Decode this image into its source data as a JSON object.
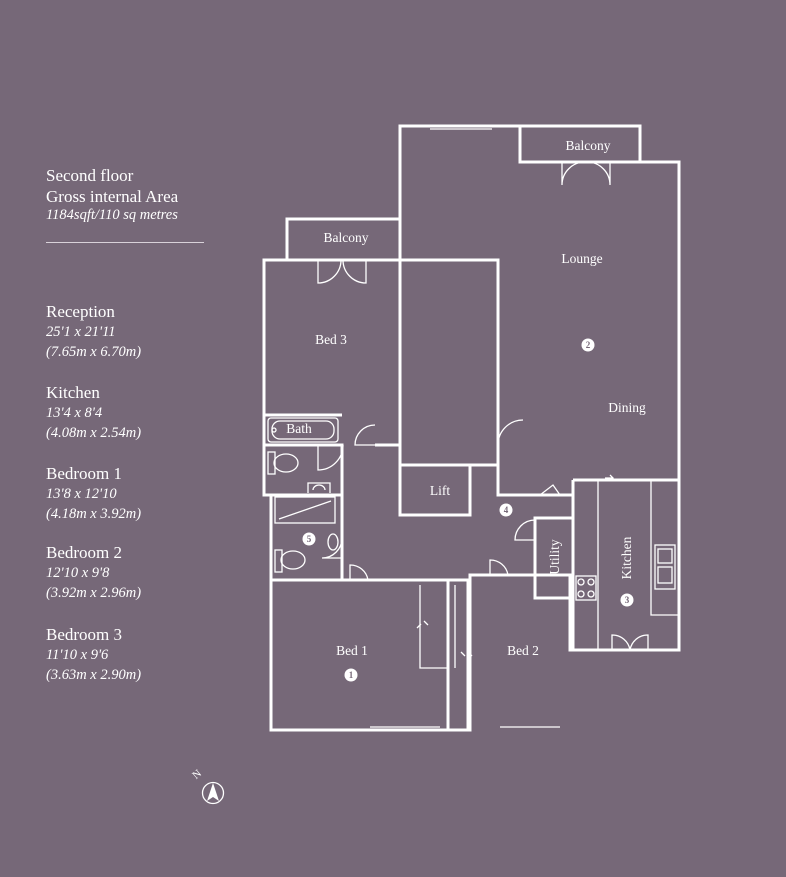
{
  "header": {
    "floor": "Second floor",
    "area_label": "Gross internal Area",
    "area_value": "1184sqft/110 sq metres"
  },
  "rooms": [
    {
      "name": "Reception",
      "imperial": "25'1 x 21'11",
      "metric": "(7.65m x 6.70m)"
    },
    {
      "name": "Kitchen",
      "imperial": "13'4 x 8'4",
      "metric": "(4.08m x 2.54m)"
    },
    {
      "name": "Bedroom 1",
      "imperial": "13'8 x 12'10",
      "metric": "(4.18m x 3.92m)"
    },
    {
      "name": "Bedroom 2",
      "imperial": "12'10 x 9'8",
      "metric": "(3.92m x 2.96m)"
    },
    {
      "name": "Bedroom 3",
      "imperial": "11'10 x 9'6",
      "metric": "(3.63m x 2.90m)"
    }
  ],
  "plan_labels": {
    "balcony_top": "Balcony",
    "balcony_left": "Balcony",
    "lounge": "Lounge",
    "dining": "Dining",
    "bed3": "Bed 3",
    "bath": "Bath",
    "lift": "Lift",
    "utility": "Utility",
    "kitchen": "Kitchen",
    "bed1": "Bed 1",
    "bed2": "Bed 2"
  },
  "markers": {
    "m1": "1",
    "m2": "2",
    "m3": "3",
    "m4": "4",
    "m5": "5"
  },
  "compass": {
    "letter": "N"
  }
}
